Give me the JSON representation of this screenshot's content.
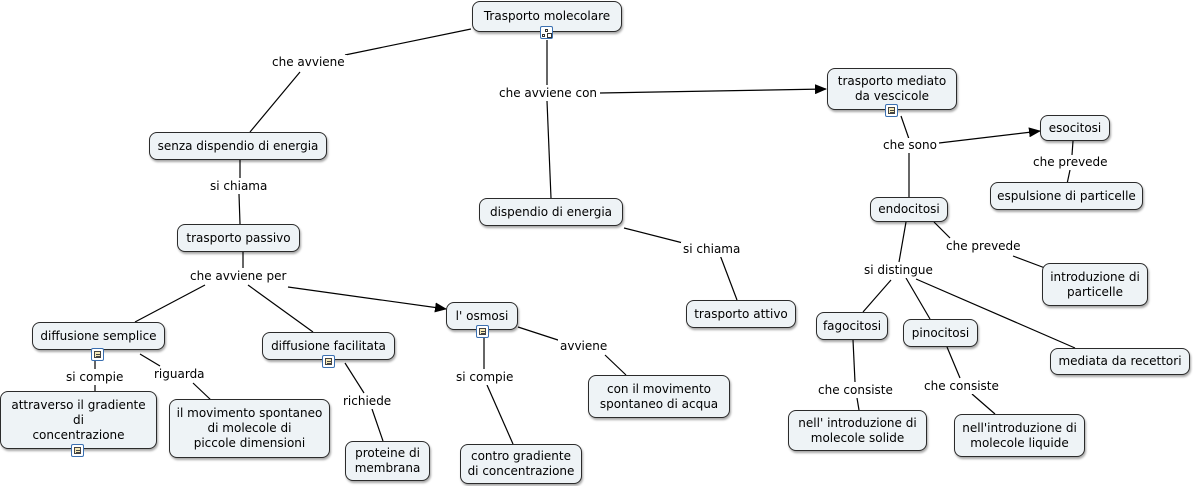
{
  "nodes": {
    "root": "Trasporto molecolare",
    "senza": "senza dispendio di energia",
    "passivo": "trasporto passivo",
    "semplice": "diffusione semplice",
    "facilitata": "diffusione facilitata",
    "osmosi": "l' osmosi",
    "gradiente": "attraverso il gradiente\ndi\nconcentrazione",
    "spontaneo_mol": "il movimento spontaneo\ndi molecole di\npiccole dimensioni",
    "proteine": "proteine di\nmembrana",
    "contro": "contro gradiente\ndi concentrazione",
    "acqua": "con il movimento\nspontaneo di acqua",
    "dispendio": "dispendio di energia",
    "attivo": "trasporto attivo",
    "vescicole": "trasporto mediato\nda vescicole",
    "esocitosi": "esocitosi",
    "espulsione": "espulsione di particelle",
    "endocitosi": "endocitosi",
    "introd_part": "introduzione di\nparticelle",
    "fagocitosi": "fagocitosi",
    "pinocitosi": "pinocitosi",
    "recettori": "mediata da recettori",
    "solide": "nell' introduzione di\nmolecole  solide",
    "liquide": "nell'introduzione di\nmolecole liquide"
  },
  "links": {
    "che_avviene": "che avviene",
    "che_avviene_con": "che avviene con",
    "si_chiama_1": "si chiama",
    "che_avviene_per": "che avviene per",
    "si_compie_1": "si compie",
    "riguarda": "riguarda",
    "richiede": "richiede",
    "si_compie_2": "si compie",
    "avviene": "avviene",
    "si_chiama_2": "si chiama",
    "che_sono": "che sono",
    "che_prevede_1": "che prevede",
    "che_prevede_2": "che prevede",
    "si_distingue": "si distingue",
    "che_consiste_1": "che consiste",
    "che_consiste_2": "che consiste"
  }
}
